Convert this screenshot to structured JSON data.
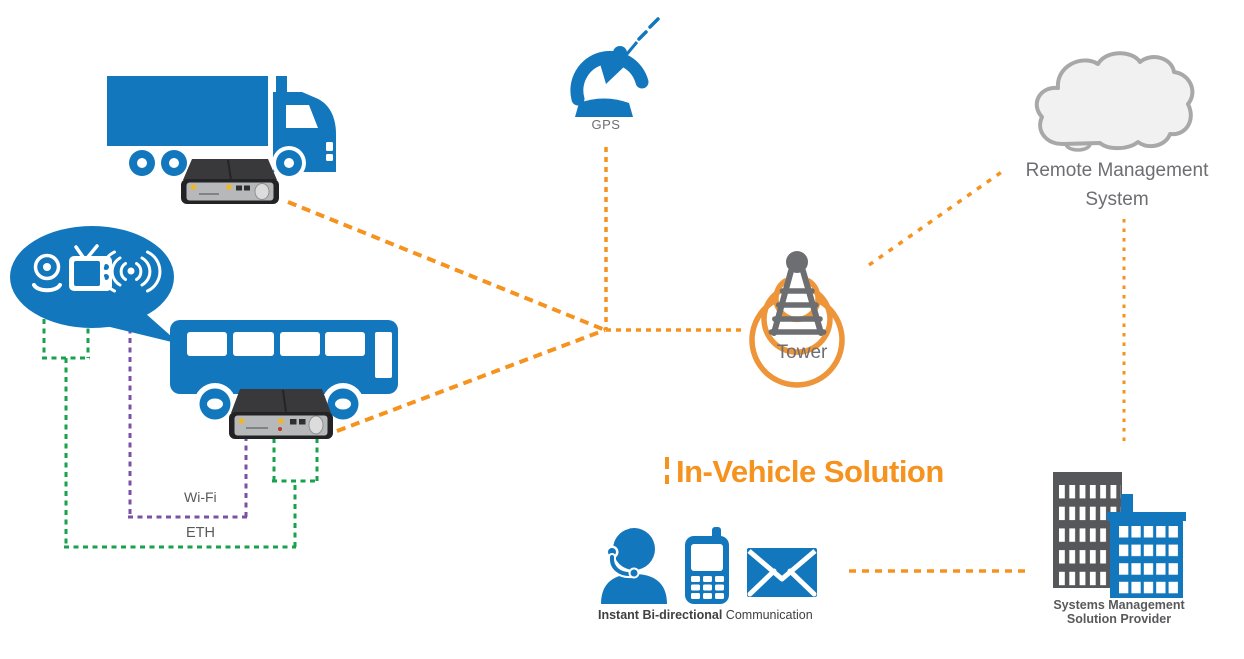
{
  "diagram_title": "In-Vehicle Solution",
  "nodes": {
    "gps": {
      "label": "GPS"
    },
    "tower": {
      "label": "Tower"
    },
    "remote_management": {
      "line1": "Remote Management",
      "line2": "System"
    },
    "systems_provider": {
      "line1": "Systems Management",
      "line2": "Solution Provider"
    },
    "communication": {
      "label_strong": "Instant Bi-directional",
      "label_regular": " Communication"
    }
  },
  "links": {
    "wifi": "Wi-Fi",
    "eth": "ETH"
  },
  "colors": {
    "brand_blue": "#1377BD",
    "accent_orange": "#F6921E",
    "link_green": "#17A24B",
    "link_purple": "#7A52A4",
    "label_gray": "#6D6E71",
    "dark_text": "#414042",
    "building_dark": "#56575A",
    "cloud_fill": "#F1F1F1",
    "cloud_stroke": "#A8A8A8"
  }
}
